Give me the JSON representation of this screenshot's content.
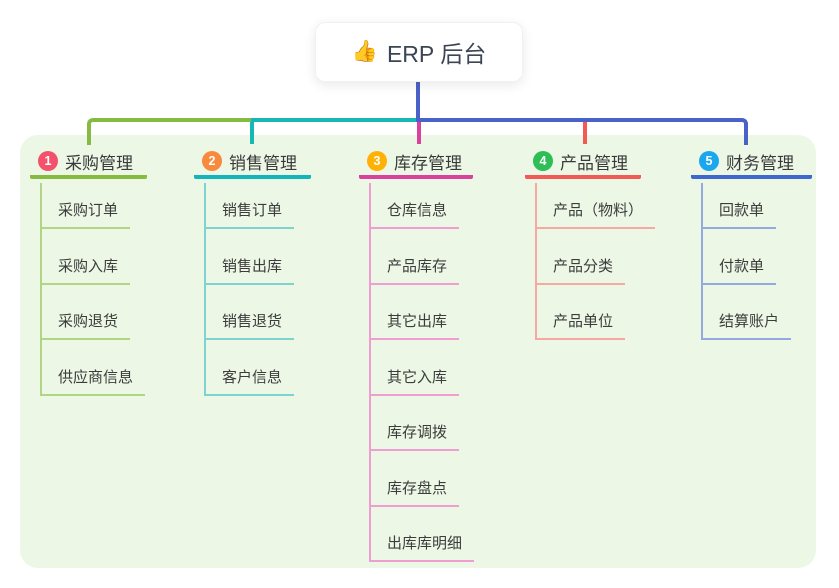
{
  "root": {
    "emoji": "👍",
    "emoji_name": "thumbs-up-icon",
    "label": "ERP 后台"
  },
  "colors": {
    "root_connector": "#4a61c8",
    "panel_background": "#ecf7e6",
    "branch_line_colors": [
      "#85bb41",
      "#16b8b4",
      "#d8419c",
      "#f25b55",
      "#3e68ce"
    ],
    "branch_child_line_colors": [
      "#afd585",
      "#7ed3d1",
      "#f09ed1",
      "#f8a8a2",
      "#94a9e0"
    ],
    "badge_colors": [
      "#f4516c",
      "#f88a3d",
      "#ffb106",
      "#2dbe56",
      "#1ba7ee"
    ]
  },
  "branches": [
    {
      "index": "1",
      "label": "采购管理",
      "children": [
        "采购订单",
        "采购入库",
        "采购退货",
        "供应商信息"
      ]
    },
    {
      "index": "2",
      "label": "销售管理",
      "children": [
        "销售订单",
        "销售出库",
        "销售退货",
        "客户信息"
      ]
    },
    {
      "index": "3",
      "label": "库存管理",
      "children": [
        "仓库信息",
        "产品库存",
        "其它出库",
        "其它入库",
        "库存调拨",
        "库存盘点",
        "出库库明细"
      ]
    },
    {
      "index": "4",
      "label": "产品管理",
      "children": [
        "产品（物料）",
        "产品分类",
        "产品单位"
      ]
    },
    {
      "index": "5",
      "label": "财务管理",
      "children": [
        "回款单",
        "付款单",
        "结算账户"
      ]
    }
  ]
}
